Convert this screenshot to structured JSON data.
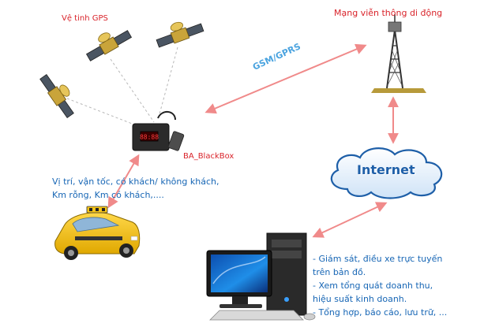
{
  "labels": {
    "gps_satellites": "Vệ tinh GPS",
    "mobile_network": "Mạng viễn thông di động",
    "gsm_gprs": "GSM/GPRS",
    "blackbox": "BA_BlackBox",
    "internet": "Internet"
  },
  "taxi_info": {
    "line1": "Vị trí, vận tốc, có khách/ không khách,",
    "line2": "Km rỗng, Km có khách,...."
  },
  "services": {
    "line1": "- Giám sát, điều xe trực tuyến",
    "line2": "trên bản đồ.",
    "line3": "- Xem tổng quát doanh thu,",
    "line4": "hiệu suất kinh doanh.",
    "line5": "- Tổng hợp, báo cáo, lưu trữ, ..."
  },
  "device_display": "88:88",
  "colors": {
    "label_red": "#d9232a",
    "info_blue": "#1766b5",
    "arrow_pink": "#f08a8a",
    "dashed_line": "#b8b8b8",
    "cloud_blue": "#1e5fa8",
    "gprs_blue": "#4aa3df",
    "taxi_yellow": "#f7c518"
  }
}
